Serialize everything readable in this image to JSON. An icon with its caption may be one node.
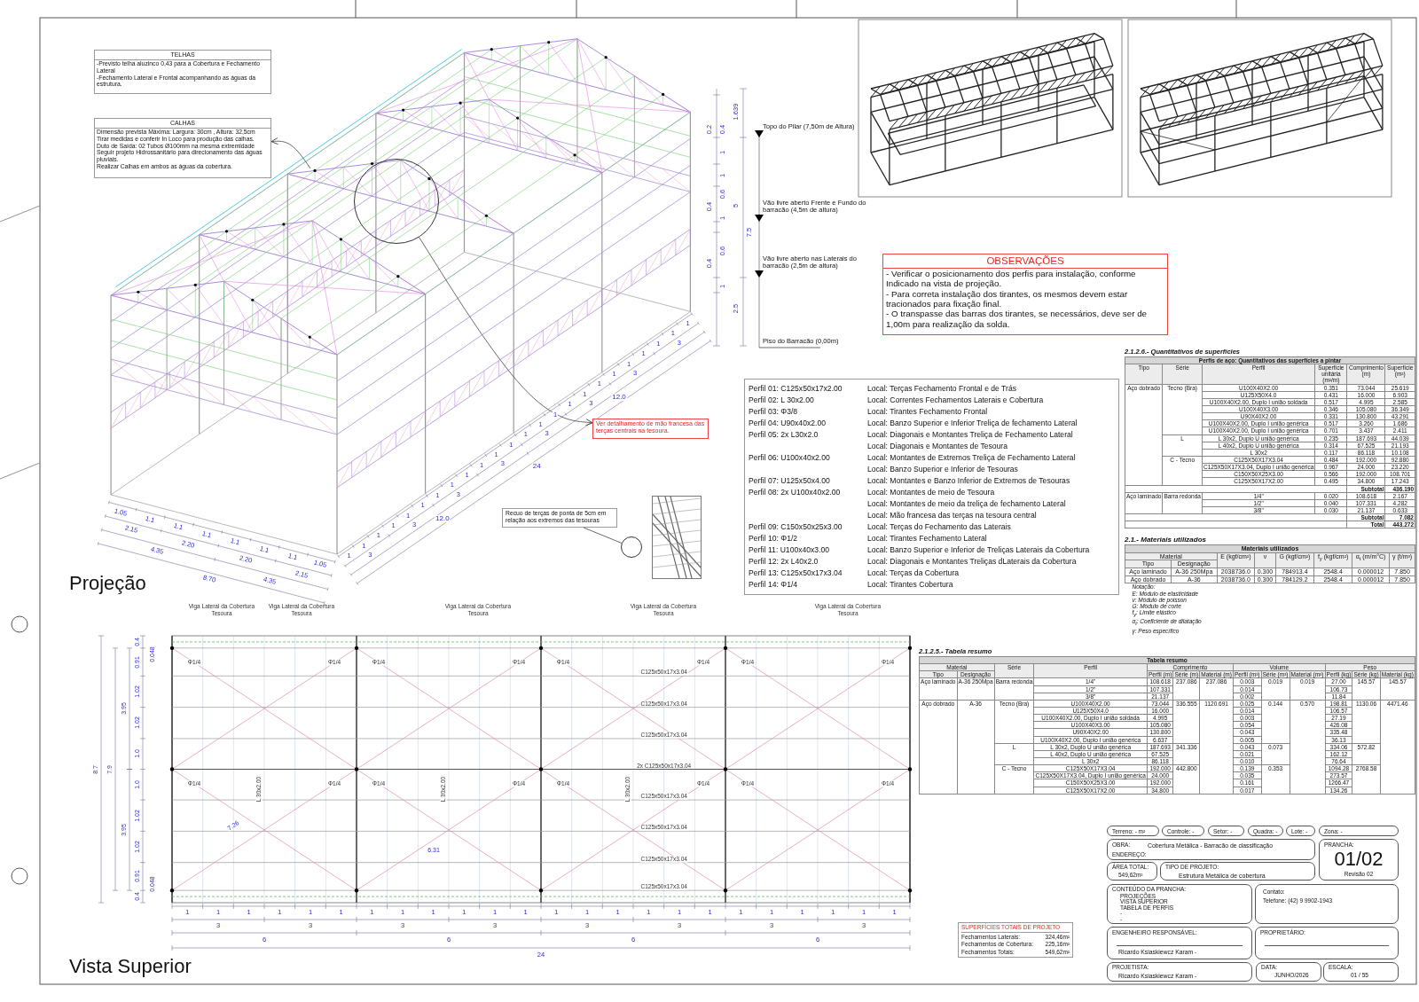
{
  "diagram": {
    "nodes": [
      {
        "text": [
          "TELHAS",
          "-Previsto telha aluzinco 0,43 para a Cobertura e Fechamento Lateral",
          "-Fechamento Lateral e Frontal acompanhando as águas da estrutura."
        ]
      },
      {
        "text": [
          "CALHAS",
          "Dimensão prevista Máxima: Largura: 30cm , Altura: 32,5cm",
          "Tirar medidas e conferir In Loco para produção das calhas.",
          "Duto de Saída: 02 Tubos Ø100mm na mesma extremidade",
          "Seguir projeto Hidrossanitário para direcionamento das águas pluviais.",
          "Realizar Calhas em ambos as águas da cobertura."
        ]
      },
      {
        "text": [],
        "shape": "circle"
      },
      {
        "text": [
          "Ver detalhamento de mão francesa das terças centrais na tesoura."
        ]
      },
      {
        "text": [
          "Recuo de terças de ponta de 5cm em relação aos extremos das tesouras"
        ]
      },
      {
        "text": [],
        "shape": "circle"
      },
      {
        "text": [],
        "shape": "picture"
      },
      {
        "text": [
          "OBSERVAÇÕES",
          "- Verificar o posicionamento dos perfis para instalação, conforme Indicado na vista de projeção.",
          "- Para correta instalação dos tirantes, os mesmos devem estar tracionados para fixação final.",
          "- O transpasse das barras dos tirantes, se necessários, deve ser de 1,00m para realização da solda."
        ]
      },
      {
        "text": [
          "Perfil 01: C125x50x17x2.00",
          "Local: Terças Fechamento Frontal e de Trás",
          "Perfil 02: L 30x2.00",
          "Local: Correntes Fechamentos Laterais e Cobertura",
          "Perfil 03: Φ3/8",
          "Local: Tirantes Fechamento Frontal",
          "Perfil 04: U90x40x2.00",
          "Local: Banzo Superior e Inferior Treliça de fechamento Lateral",
          "Perfil 05: 2x L30x2.0",
          "Local: Diagonais e Montantes Treliça de Fechamento Lateral",
          "Local: Diagonais e Montantes de Tesoura",
          "Perfil 06: U100x40x2.00",
          "Local: Montantes de Extremos Treliça de Fechamento Lateral",
          "Local: Banzo Superior e Inferior de Tesouras",
          "Perfil 07: U125x50x4.00",
          "Local: Montantes e Banzo Inferior de Extremos de Tesouras",
          "Perfil 08: 2x U100x40x2.00",
          "Local: Montantes de meio de Tesoura",
          "Local: Montantes de meio da treliça de fechamento Lateral",
          "Local: Mão francesa das terças na tesoura central",
          "Perfil 09: C150x50x25x3.00",
          "Local: Terças do Fechamento das Laterais",
          "Perfil 10: Φ1/2",
          "Local: Tirantes Fechamento Lateral",
          "Perfil 11: U100x40x3.00",
          "Local: Banzo Superior e Inferior de Treliças Laterais da Cobertura",
          "Perfil 12: 2x L40x2.0",
          "Local: Diagonais e Montantes Treliças dLaterais da Cobertura",
          "Perfil 13: C125x50x17x3.04",
          "Local: Terças da Cobertura",
          "Perfil 14: Φ1/4",
          "Local: Tirantes Cobertura"
        ]
      },
      {
        "text": [
          "SUPERFÍCIES TOTAIS DE PROJETO",
          "Fechamentos Laterais:",
          "324,46m²",
          "Fechamentos de Cobertura:",
          "225,16m²",
          "Fechamentos Totais:",
          "549,62m²"
        ]
      },
      {
        "text": [
          "Terreno: - m²"
        ]
      },
      {
        "text": [
          "Controle: -"
        ]
      },
      {
        "text": [
          "Setor: -"
        ]
      },
      {
        "text": [
          "Quadra: -"
        ]
      },
      {
        "text": [
          "Lote: -"
        ]
      },
      {
        "text": [
          "Zona: -"
        ]
      },
      {
        "text": [
          "OBRA:",
          "Cobertura Metálica - Barracão de classificação",
          "ENDEREÇO:"
        ]
      },
      {
        "text": [
          "PRANCHA:",
          "01/02",
          "Revisão 02"
        ]
      },
      {
        "text": [
          "ÁREA TOTAL:",
          "549,62m²"
        ]
      },
      {
        "text": [
          "TIPO DE PROJETO:",
          "Estrutura Metálica de cobertura"
        ]
      },
      {
        "text": [
          "CONTEÚDO DA PRANCHA:",
          "PROJEÇÕES",
          "VISTA SUPERIOR",
          "TABELA DE PERFIS",
          "-",
          "-"
        ]
      },
      {
        "text": [
          "Contato:",
          "Telefone: (42) 9 9902-1943"
        ]
      },
      {
        "text": [
          "ENGENHEIRO RESPONSÁVEL:",
          "Ricardo Ksiaskiewcz Karam -"
        ]
      },
      {
        "text": [
          "PROPRIETÁRIO:"
        ]
      },
      {
        "text": [
          "PROJETISTA:",
          "Ricardo Ksiaskiewcz Karam -"
        ]
      },
      {
        "text": [
          "DATA:",
          "JUNHO/2026"
        ]
      },
      {
        "text": [
          "ESCALA:",
          "01 / 55"
        ]
      }
    ],
    "edges": [
      {
        "from": null,
        "to": 1,
        "arrow": "to"
      },
      {
        "from": 2,
        "to": 3,
        "arrow": "to"
      },
      {
        "from": 4,
        "to": 5,
        "arrow": "none"
      }
    ],
    "labels": [
      "Topo do Pilar (7,50m de Altura)",
      "Vão livre aberto Frente e Fundo do barracão (4,5m de altura)",
      "Vão livre aberto nas Laterais do barracão (2,5m de altura)",
      "Piso do Barracão (0,00m)",
      "1.639",
      "0.2",
      "0.4",
      "1",
      "1",
      "0.6",
      "0.4",
      "5",
      "7.5",
      "1",
      "0.6",
      "0.4",
      "1",
      "2.5",
      "1.05",
      "1.1",
      "1.1",
      "1.1",
      "1.1",
      "1.1",
      "1.1",
      "1.05",
      "2.15",
      "2.20",
      "2.20",
      "2.15",
      "4.35",
      "8.70",
      "4.35",
      "1",
      "1",
      "1",
      "1",
      "1",
      "1",
      "1",
      "1",
      "1",
      "1",
      "1",
      "1",
      "1",
      "1",
      "1",
      "1",
      "1",
      "1",
      "1",
      "1",
      "1",
      "1",
      "1",
      "1",
      "3",
      "3",
      "3",
      "3",
      "3",
      "3",
      "3",
      "3",
      "12.0",
      "24",
      "12.0",
      "Projeção",
      "Viga Lateral da Cobertura",
      "Viga Lateral da Cobertura",
      "Tesoura",
      "Tesoura",
      "Viga Lateral da Cobertura",
      "Tesoura",
      "Viga Lateral da Cobertura",
      "Tesoura",
      "Viga Lateral da Cobertura",
      "Tesoura",
      "0.4",
      "0.048",
      "0.91",
      "1.02",
      "3.95",
      "1.02",
      "1.0",
      "8.7",
      "7.9",
      "1.0",
      "1.02",
      "3.95",
      "1.02",
      "0.91",
      "0.048",
      "0.4",
      "C125x50x17x3.04",
      "C125x50x17x3.04",
      "C125x50x17x3.04",
      "2x C125x50x17x3.04",
      "C125x50x17x3.04",
      "C125x50x17x3.04",
      "C125x50x17x3.04",
      "C125x50x17x3.04",
      "L 30x2.00",
      "L 30x2.00",
      "L 30x2.00",
      "Φ1/4",
      "Φ1/4",
      "Φ1/4",
      "Φ1/4",
      "Φ1/4",
      "Φ1/4",
      "Φ1/4",
      "Φ1/4",
      "Φ1/4",
      "Φ1/4",
      "Φ1/4",
      "Φ1/4",
      "Φ1/4",
      "Φ1/4",
      "Φ1/4",
      "Φ1/4",
      "7.26",
      "6.31",
      "1",
      "1",
      "1",
      "1",
      "1",
      "1",
      "1",
      "1",
      "1",
      "1",
      "1",
      "1",
      "1",
      "1",
      "1",
      "1",
      "1",
      "1",
      "1",
      "1",
      "1",
      "1",
      "1",
      "1",
      "3",
      "3",
      "3",
      "3",
      "3",
      "3",
      "3",
      "3",
      "6",
      "6",
      "6",
      "6",
      "24",
      "Vista Superior",
      "2.1.2.6.- Quantitativos de superfícies",
      "Perfis de aço: Quantitativos das superfícies a pintar",
      "Tipo",
      "Série",
      "Perfil",
      "Superfície unitária (m²/m)",
      "Comprimento (m)",
      "Superfície (m²)",
      "Aço dobrado",
      "Tecno (Bra)",
      "U100X40X2.00",
      "0.351",
      "73.044",
      "25.619",
      "U125X50X4.0",
      "0.431",
      "16.000",
      "6.903",
      "U100X40X2.00, Duplo I união soldada",
      "0.517",
      "4.995",
      "2.585",
      "U100X40X3.00",
      "0.346",
      "105.080",
      "36.349",
      "U90X40X2.00",
      "0.331",
      "130.800",
      "43.291",
      "U100X40X2.00, Duplo I união genérica",
      "0.517",
      "3.260",
      "1.686",
      "U100X40X2.00, Duplo I união genérica",
      "0.701",
      "3.437",
      "2.411",
      "L",
      "L 30x2, Duplo U união genérica",
      "0.235",
      "187.693",
      "44.039",
      "L 40x2, Duplo U união genérica",
      "0.314",
      "67.525",
      "21.193",
      "L 30x2",
      "0.117",
      "86.118",
      "10.108",
      "C - Tecno",
      "C125X50X17X3.04",
      "0.484",
      "192.000",
      "92.880",
      "C125X50X17X3.04, Duplo I união genérica",
      "0.967",
      "24.000",
      "23.220",
      "C150X50X25X3.00",
      "0.566",
      "192.000",
      "108.701",
      "C125X50X17X2.00",
      "0.495",
      "34.800",
      "17.243",
      "Subtotal",
      "436.190",
      "Aço laminado",
      "Barra redonda",
      "1/4\"",
      "0.020",
      "108.618",
      "2.167",
      "1/2\"",
      "0.040",
      "107.331",
      "4.282",
      "3/8\"",
      "0.030",
      "21.137",
      "0.633",
      "Subtotal",
      "7.082",
      "Total",
      "443.272",
      "2.1.- Materiais utilizados",
      "Materiais utilizados",
      "Material",
      "E (kgf/cm²)",
      "ν",
      "G (kgf/cm²)",
      "f$_{y}$ (kgf/cm²)",
      "α$_{t}$ (m/m°C)",
      "γ (t/m³)",
      "Tipo",
      "Designação",
      "Aço laminado",
      "A-36 250Mpa",
      "2038736.0",
      "0.300",
      "784913.4",
      "2548.4",
      "0.000012",
      "7.850",
      "Aço dobrado",
      "A-36",
      "2038736.0",
      "0.300",
      "784129.2",
      "2548.4",
      "0.000012",
      "7.850",
      "Notação:",
      "E: Módulo de elasticidade",
      "ν: Módulo de poisson",
      "G: Módulo de corte",
      "f$_{y}$: Limite elástico",
      "α$_{t}$: Coeficiente de dilatação",
      "γ: Peso específico",
      "2.1.2.5.- Tabela resumo",
      "Tabela resumo",
      "Material",
      "Série",
      "Perfil",
      "Comprimento",
      "Volume",
      "Peso",
      "Tipo",
      "Designação",
      "Perfil (m)",
      "Série (m)",
      "Material (m)",
      "Perfil (m³)",
      "Série (m³)",
      "Material (m³)",
      "Perfil (kg)",
      "Série (kg)",
      "Material (kg)",
      "Aço laminado",
      "A-36 250Mpa",
      "Barra redonda",
      "1/4\"",
      "108.618",
      "237.086",
      "237.086",
      "0.003",
      "0.019",
      "0.019",
      "27.00",
      "145.57",
      "145.57",
      "1/2\"",
      "107.331",
      "0.014",
      "106.73",
      "3/8\"",
      "21.137",
      "0.002",
      "11.84",
      "Aço dobrado",
      "A-36",
      "Tecno (Bra)",
      "U100X40X2.00",
      "73.044",
      "336.555",
      "1120.691",
      "0.025",
      "0.144",
      "0.570",
      "198.81",
      "1130.06",
      "4471.46",
      "U125X50X4.0",
      "16.000",
      "0.014",
      "106.57",
      "U100X40X2.00, Duplo I união soldada",
      "4.995",
      "0.003",
      "27.19",
      "U100X40X3.00",
      "105.080",
      "0.054",
      "426.08",
      "U90X40X2.00",
      "130.800",
      "0.043",
      "335.48",
      "U100X40X2.00, Duplo I união genérica",
      "6.637",
      "0.005",
      "36.13",
      "L",
      "L 30x2, Duplo U união genérica",
      "187.693",
      "341.336",
      "0.043",
      "0.073",
      "334.06",
      "572.82",
      "L 40x2, Duplo U união genérica",
      "67.525",
      "0.021",
      "162.12",
      "L 30x2",
      "86.118",
      "0.010",
      "76.64",
      "C - Tecno",
      "C125X50X17X3.04",
      "192.000",
      "442.800",
      "0.139",
      "0.353",
      "1094.28",
      "2768.58",
      "C125X50X17X3.04, Duplo I união genérica",
      "24.000",
      "0.035",
      "273.57",
      "C150X50X25X3.00",
      "192.000",
      "0.161",
      "1266.47",
      "C125X50X17X2.00",
      "34.800",
      "0.017",
      "134.26"
    ]
  }
}
